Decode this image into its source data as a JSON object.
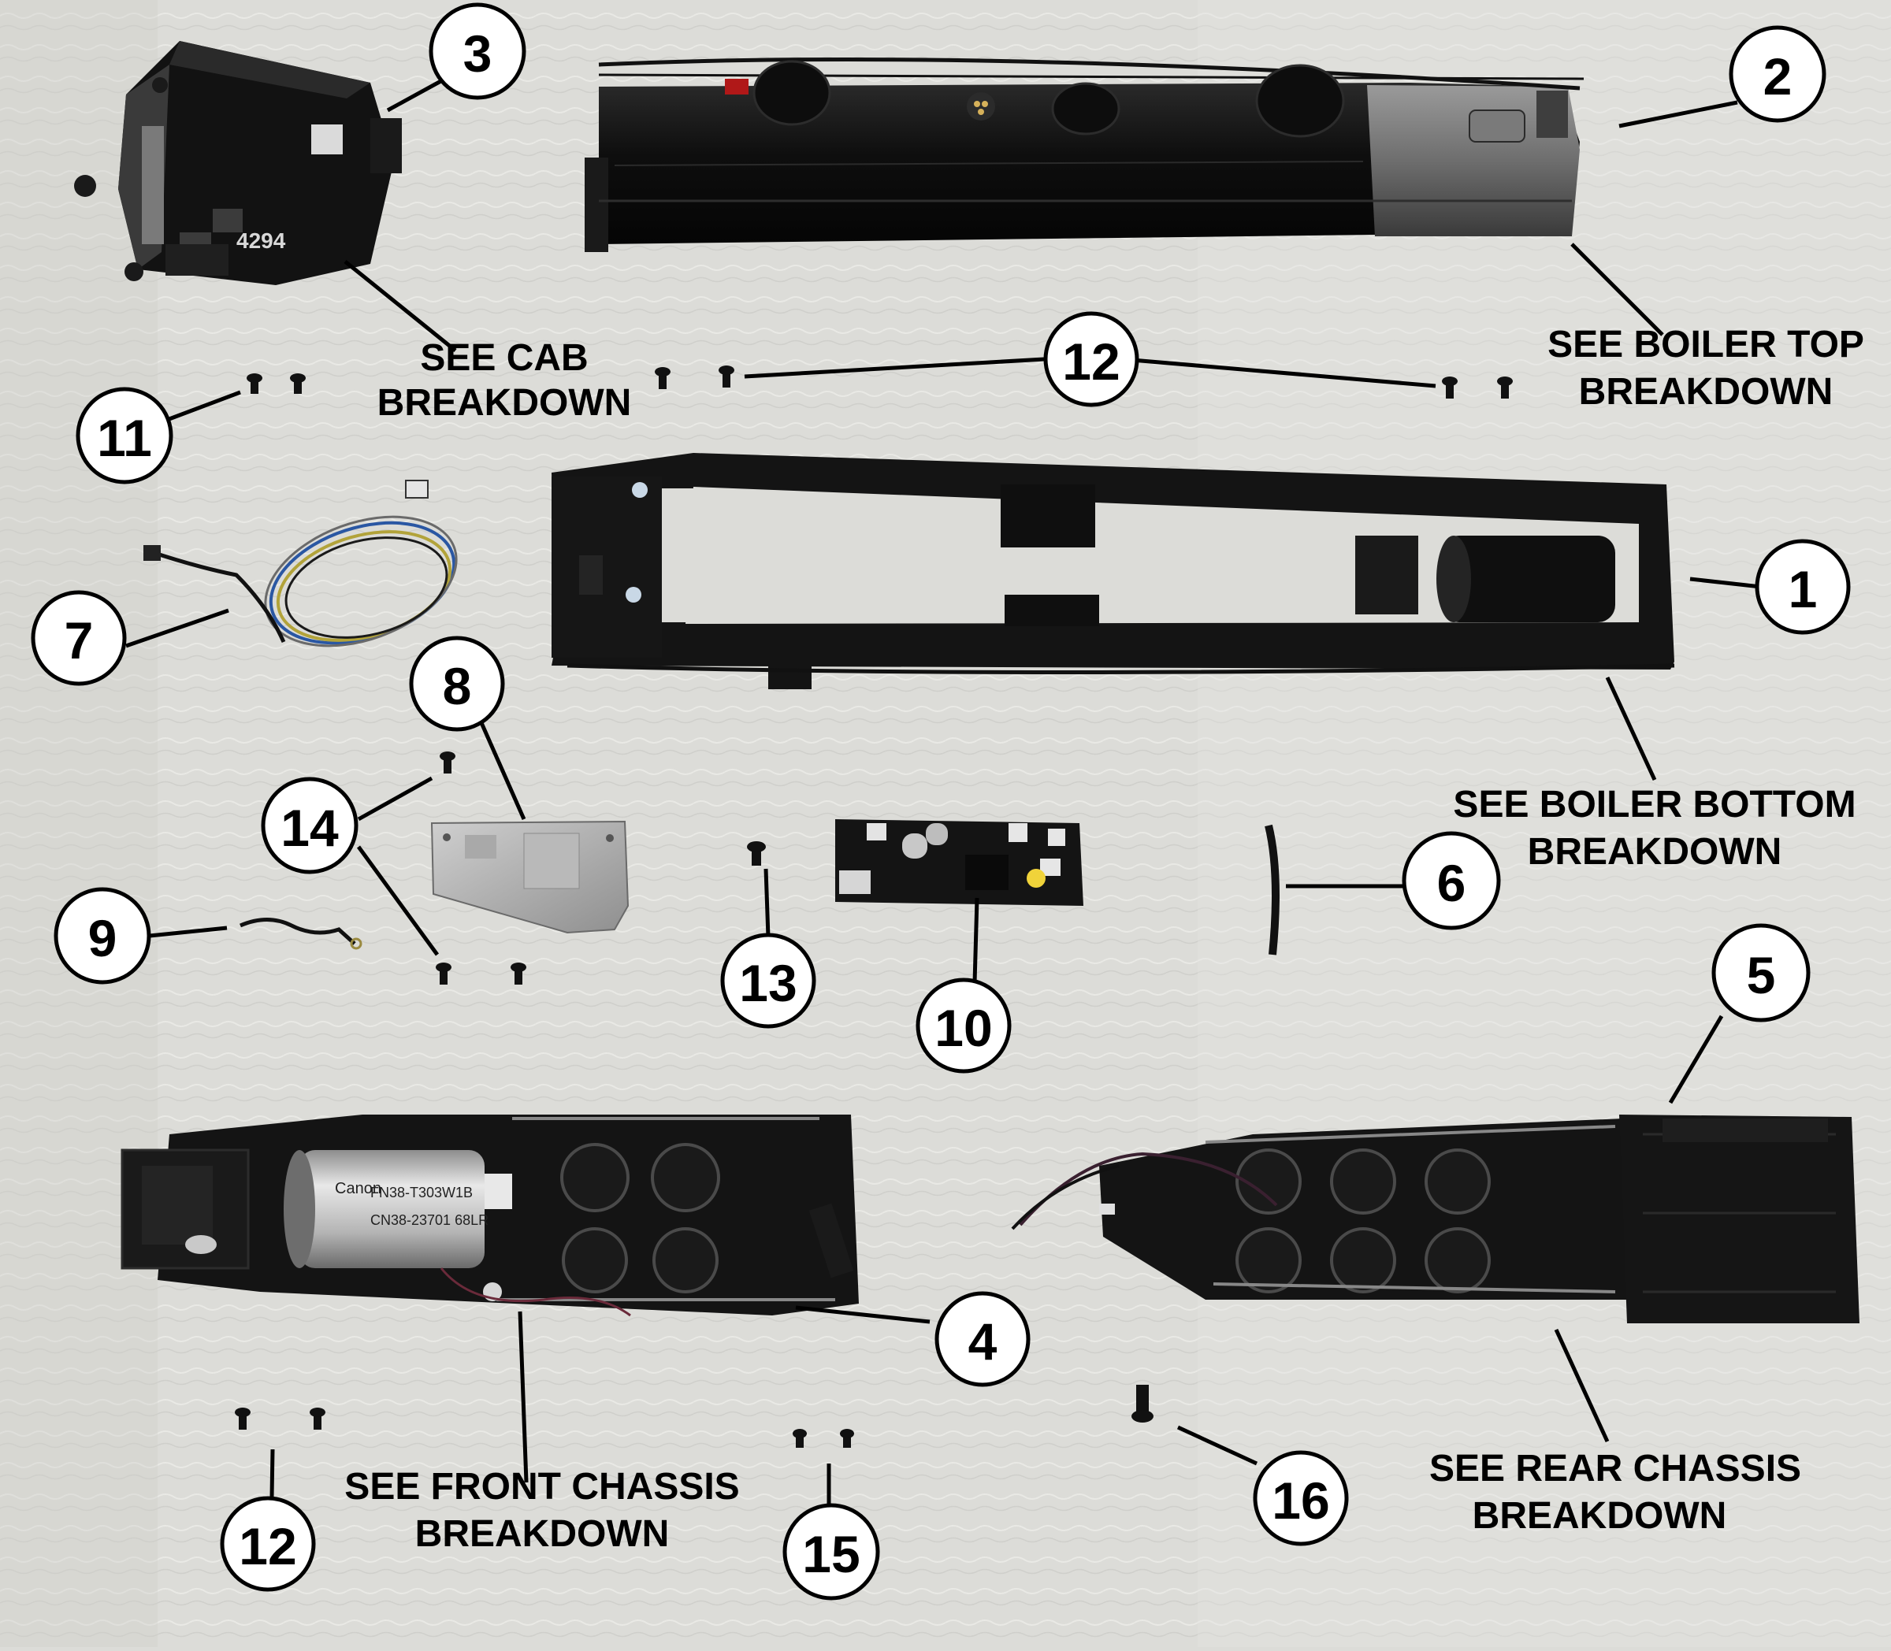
{
  "callouts": [
    {
      "id": "c1",
      "number": "1"
    },
    {
      "id": "c2",
      "number": "2"
    },
    {
      "id": "c3",
      "number": "3"
    },
    {
      "id": "c4",
      "number": "4"
    },
    {
      "id": "c5",
      "number": "5"
    },
    {
      "id": "c6",
      "number": "6"
    },
    {
      "id": "c7",
      "number": "7"
    },
    {
      "id": "c8",
      "number": "8"
    },
    {
      "id": "c9",
      "number": "9"
    },
    {
      "id": "c10",
      "number": "10"
    },
    {
      "id": "c11",
      "number": "11"
    },
    {
      "id": "c12a",
      "number": "12"
    },
    {
      "id": "c12b",
      "number": "12"
    },
    {
      "id": "c13",
      "number": "13"
    },
    {
      "id": "c14",
      "number": "14"
    },
    {
      "id": "c15",
      "number": "15"
    },
    {
      "id": "c16",
      "number": "16"
    }
  ],
  "notes": {
    "cab": [
      "SEE CAB",
      "BREAKDOWN"
    ],
    "boiler_top": [
      "SEE BOILER TOP",
      "BREAKDOWN"
    ],
    "boiler_bottom": [
      "SEE BOILER BOTTOM",
      "BREAKDOWN"
    ],
    "front_chassis": [
      "SEE FRONT CHASSIS",
      "BREAKDOWN"
    ],
    "rear_chassis": [
      "SEE REAR CHASSIS",
      "BREAKDOWN"
    ]
  },
  "cab_number": "4294",
  "motor_label": [
    "Canon",
    "FN38-T303W1B",
    "CN38-23701 68LR"
  ],
  "colors": {
    "background": "#dcdcd8",
    "part": "#151515",
    "metal": "#9a9a9a",
    "board": "#1a1a1a",
    "callout_fill": "#ffffff",
    "callout_stroke": "#000000"
  }
}
